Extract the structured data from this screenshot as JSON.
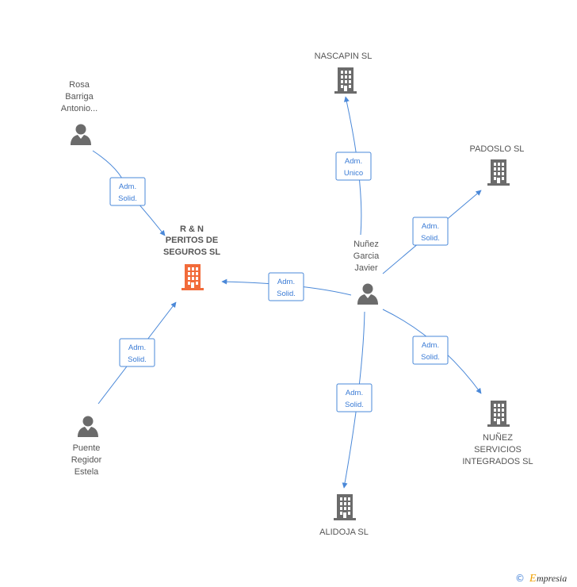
{
  "colors": {
    "edge": "#4a88d8",
    "person_icon": "#6b6b6b",
    "company_icon": "#6b6b6b",
    "main_company_icon": "#f26b3a",
    "label_text": "#555555"
  },
  "nodes": {
    "main_company": {
      "lines": [
        "R & N",
        "PERITOS DE",
        "SEGUROS SL"
      ],
      "icon": "building-icon"
    },
    "rosa": {
      "lines": [
        "Rosa",
        "Barriga",
        "Antonio..."
      ],
      "icon": "person-icon"
    },
    "nunez": {
      "lines": [
        "Nuñez",
        "Garcia",
        "Javier"
      ],
      "icon": "person-icon"
    },
    "puente": {
      "lines": [
        "Puente",
        "Regidor",
        "Estela"
      ],
      "icon": "person-icon"
    },
    "nascapin": {
      "lines": [
        "NASCAPIN SL"
      ],
      "icon": "building-icon"
    },
    "padoslo": {
      "lines": [
        "PADOSLO SL"
      ],
      "icon": "building-icon"
    },
    "nunez_servicios": {
      "lines": [
        "NUÑEZ",
        "SERVICIOS",
        "INTEGRADOS  SL"
      ],
      "icon": "building-icon"
    },
    "alidoja": {
      "lines": [
        "ALIDOJA SL"
      ],
      "icon": "building-icon"
    }
  },
  "edges": [
    {
      "id": "rosa-main",
      "from": "rosa",
      "to": "main_company",
      "lines": [
        "Adm.",
        "Solid."
      ]
    },
    {
      "id": "puente-main",
      "from": "puente",
      "to": "main_company",
      "lines": [
        "Adm.",
        "Solid."
      ]
    },
    {
      "id": "nunez-main",
      "from": "nunez",
      "to": "main_company",
      "lines": [
        "Adm.",
        "Solid."
      ]
    },
    {
      "id": "nunez-nascapin",
      "from": "nunez",
      "to": "nascapin",
      "lines": [
        "Adm.",
        "Unico"
      ]
    },
    {
      "id": "nunez-padoslo",
      "from": "nunez",
      "to": "padoslo",
      "lines": [
        "Adm.",
        "Solid."
      ]
    },
    {
      "id": "nunez-servicios",
      "from": "nunez",
      "to": "nunez_servicios",
      "lines": [
        "Adm.",
        "Solid."
      ]
    },
    {
      "id": "nunez-alidoja",
      "from": "nunez",
      "to": "alidoja",
      "lines": [
        "Adm.",
        "Solid."
      ]
    }
  ],
  "footer": {
    "copyright": "©",
    "brand_initial": "E",
    "brand_rest": "mpresia"
  }
}
